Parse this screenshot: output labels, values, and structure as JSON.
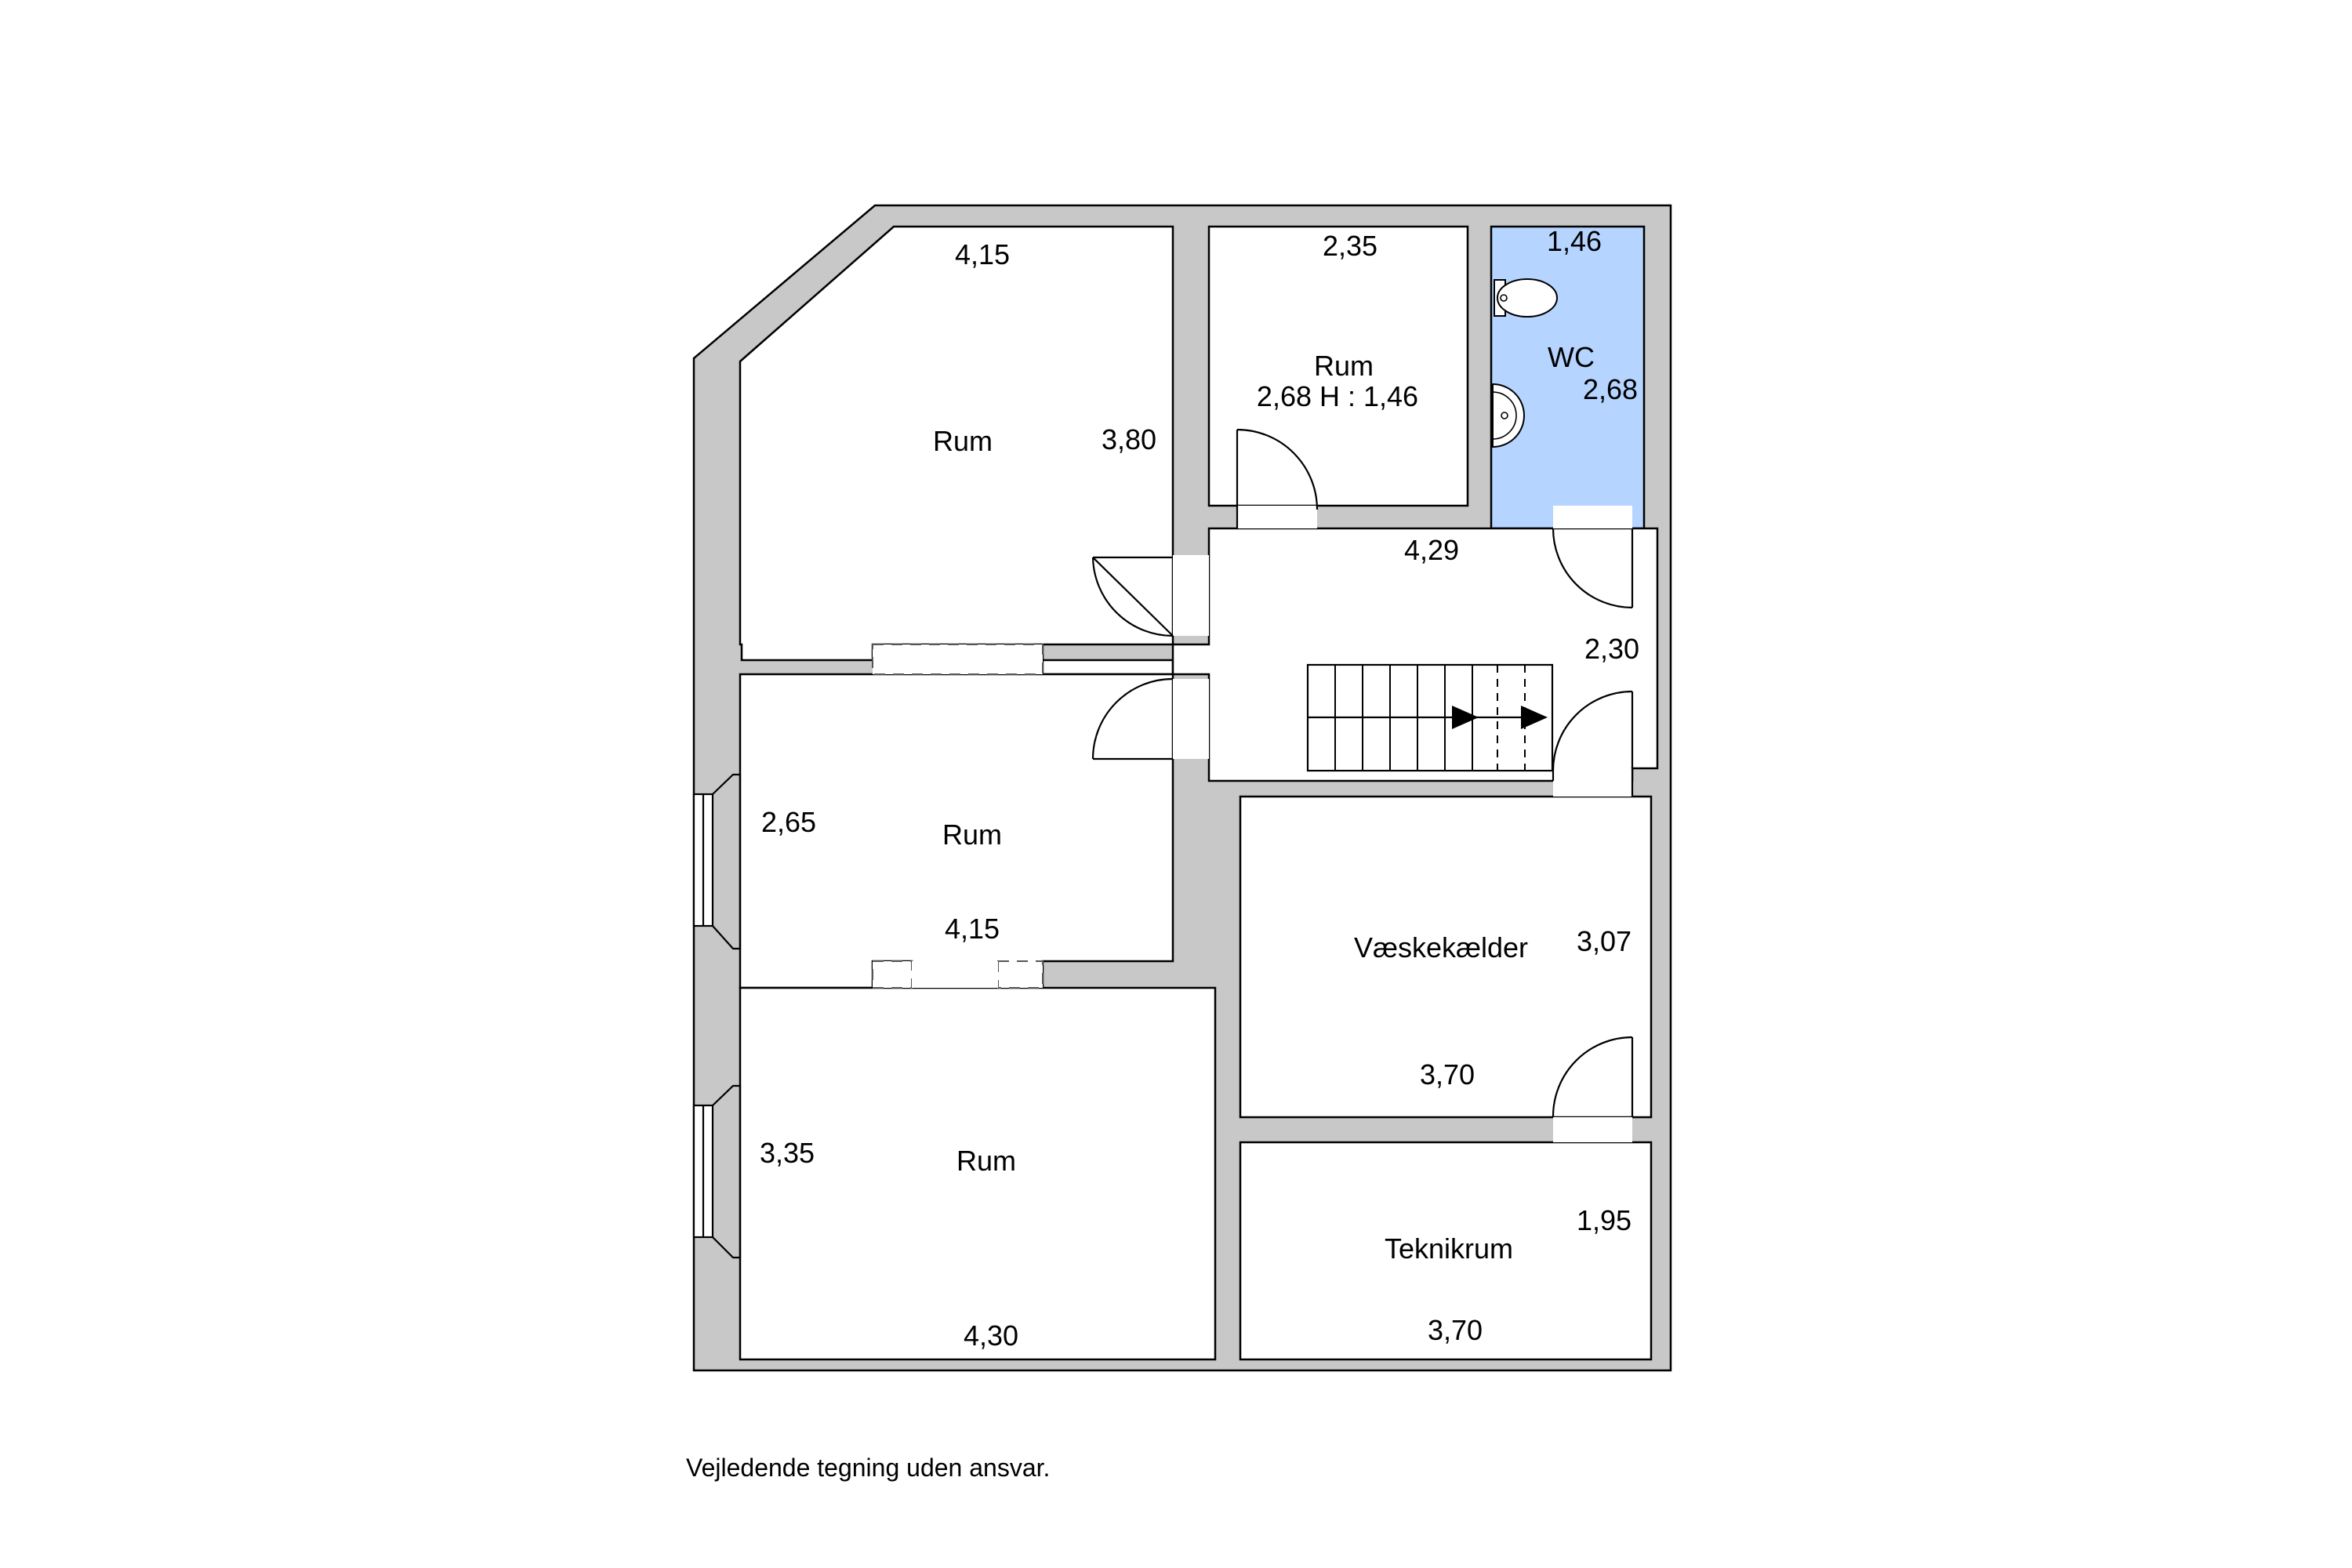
{
  "colors": {
    "wall": "#c8c8c8",
    "room": "#ffffff",
    "wc_fill": "#b5d4ff",
    "line": "#000000"
  },
  "rooms": [
    {
      "id": "rum-northwest",
      "name": "Rum",
      "dims": [
        "4,15",
        "3,80"
      ]
    },
    {
      "id": "rum-north",
      "name": "Rum",
      "dims": [
        "2,35",
        "2,68 H : 1,46"
      ]
    },
    {
      "id": "wc",
      "name": "WC",
      "dims": [
        "1,46",
        "2,68"
      ]
    },
    {
      "id": "hall",
      "name": "",
      "dims": [
        "4,29",
        "2,30"
      ]
    },
    {
      "id": "rum-middle",
      "name": "Rum",
      "dims": [
        "2,65",
        "4,15"
      ]
    },
    {
      "id": "rum-south",
      "name": "Rum",
      "dims": [
        "3,35",
        "4,30"
      ]
    },
    {
      "id": "vaeskekaelder",
      "name": "Væskekælder",
      "dims": [
        "3,07",
        "3,70"
      ]
    },
    {
      "id": "teknikrum",
      "name": "Teknikrum",
      "dims": [
        "1,95",
        "3,70"
      ]
    }
  ],
  "icons": [
    "toilet-icon",
    "washbasin-icon",
    "stair-direction-arrow-icon"
  ],
  "footer": {
    "disclaimer": "Vejledende tegning uden ansvar."
  }
}
